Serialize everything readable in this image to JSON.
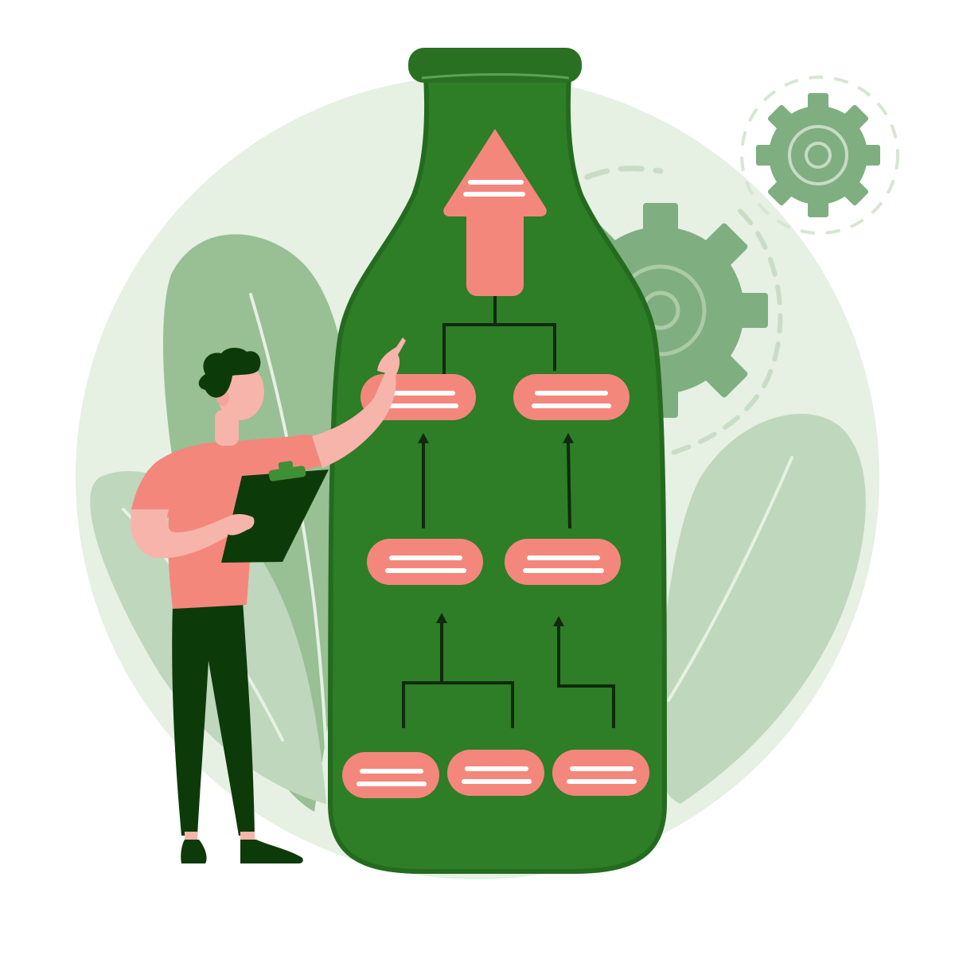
{
  "illustration": {
    "subject": "bottleneck-flowchart",
    "palette": {
      "background": "#ffffff",
      "backdrop_circle": "#e6f0e3",
      "leaf_light": "#bfd7bd",
      "leaf_mid": "#99bf95",
      "gear": "#7fae80",
      "bottle": "#2e7d27",
      "bottle_dark": "#236b1e",
      "bottle_neck_ring": "#2a7022",
      "node_fill": "#f4877c",
      "node_line": "#ffffff",
      "connector": "#0f2a0c",
      "skin": "#f7b4aa",
      "shirt": "#f4877c",
      "pants": "#0d3a09",
      "hair": "#0d3a09",
      "clipboard": "#0d3a09",
      "clip": "#3f8f36"
    },
    "flowchart": {
      "top_arrow": {
        "icon": "up-arrow-icon",
        "text_lines": 2
      },
      "levels": [
        {
          "name": "upper",
          "node_count": 2
        },
        {
          "name": "middle",
          "node_count": 2
        },
        {
          "name": "bottom",
          "node_count": 3
        }
      ]
    },
    "decorations": [
      "gear-icon-small",
      "gear-icon-large",
      "leaf-left",
      "leaf-right",
      "leaf-lower-left"
    ],
    "figure": {
      "role": "presenter",
      "holds": "clipboard-icon",
      "gesture": "pointing-up"
    }
  }
}
